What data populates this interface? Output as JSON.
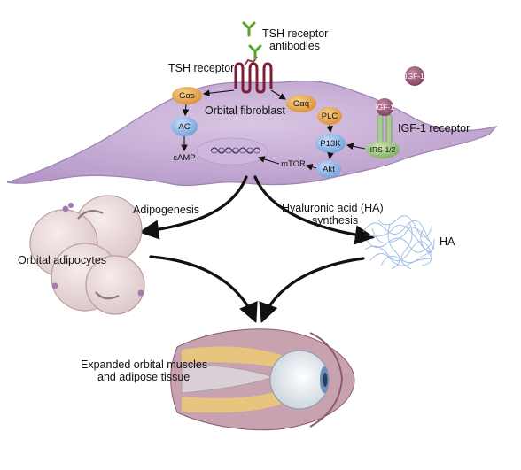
{
  "labels": {
    "tsh_antibodies_line1": "TSH receptor",
    "tsh_antibodies_line2": "antibodies",
    "tsh_receptor": "TSH receptor",
    "orbital_fibroblast": "Orbital fibroblast",
    "igf1_receptor": "IGF-1 receptor",
    "adipogenesis": "Adipogenesis",
    "ha_synthesis_line1": "Hyaluronic acid (HA)",
    "ha_synthesis_line2": "synthesis",
    "ha": "HA",
    "orbital_adipocytes": "Orbital adipocytes",
    "expanded_line1": "Expanded orbital muscles",
    "expanded_line2": "and adipose tissue"
  },
  "nodes": {
    "gas": "Gαs",
    "ac": "AC",
    "camp": "cAMP",
    "gaq": "Gαq",
    "plc": "PLC",
    "p13k": "P13K",
    "akt": "Akt",
    "mtor": "mTOR",
    "irs": "IRS-1/2",
    "igf1_bound": "IGF-1",
    "igf1_free": "IGF-1"
  },
  "colors": {
    "cell": "#c4a9d3",
    "cell_stroke": "#9d83b0",
    "orange": "#e9a64a",
    "blue": "#8fb7e4",
    "green": "#9dc47f",
    "receptor": "#7a1f34",
    "igf_ligand": "#8a4f68",
    "antibody": "#5aa02c",
    "arrow": "#111111"
  }
}
